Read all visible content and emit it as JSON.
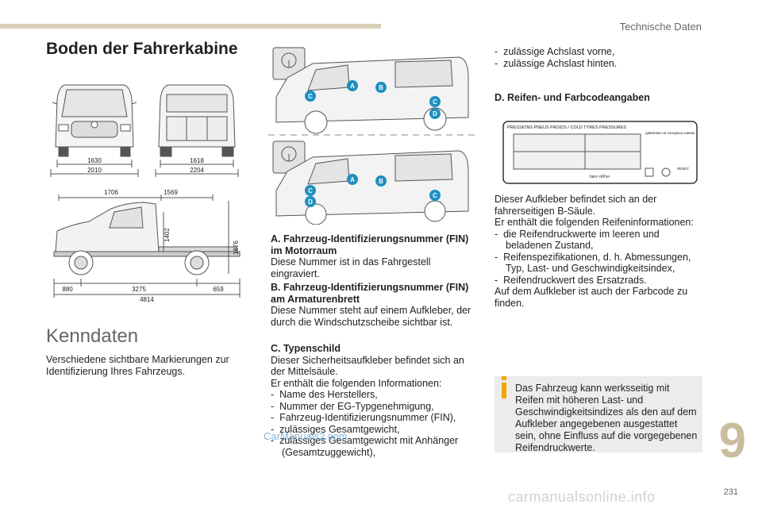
{
  "header": {
    "section": "Technische Daten"
  },
  "title": "Boden der Fahrerkabine",
  "dimensions": {
    "front_inner": "1630",
    "front_outer": "2010",
    "rear_inner": "1618",
    "rear_outer": "2204",
    "top_left": "1706",
    "top_right": "1569",
    "height_cab": "1402",
    "height_total": "1876",
    "overhang_front": "880",
    "wheelbase": "3275",
    "overhang_rear": "659",
    "length": "4814"
  },
  "kenndaten": {
    "heading": "Kenndaten",
    "text": "Verschiedene sichtbare Markierungen zur Identifizierung Ihres Fahrzeugs."
  },
  "labels": {
    "A": "A",
    "B": "B",
    "C": "C",
    "D": "D"
  },
  "sections": {
    "a_title": "A. Fahrzeug-Identifizierungsnummer (FIN) im Motorraum",
    "a_text": "Diese Nummer ist in das Fahrgestell eingraviert.",
    "b_title": "B. Fahrzeug-Identifizierungsnummer (FIN) am Armaturenbrett",
    "b_text": "Diese Nummer steht auf einem Aufkleber, der durch die Windschutzscheibe sichtbar ist.",
    "c_title": "C. Typenschild",
    "c_text": "Dieser Sicherheitsaufkleber befindet sich an der Mittelsäule.",
    "c_intro": "Er enthält die folgenden Informationen:",
    "c_items": [
      "Name des Herstellers,",
      "Nummer der EG-Typgenehmigung,",
      "Fahrzeug-Identifizierungsnummer (FIN),",
      "zulässiges Gesamtgewicht,",
      "zulässiges Gesamtgewicht mit Anhänger (Gesamtzuggewicht),",
      "zulässige Achslast vorne,",
      "zulässige Achslast hinten."
    ],
    "d_title": "D. Reifen- und Farbcodeangaben",
    "d_text1": "Dieser Aufkleber befindet sich an der fahrerseitigen B-Säule.",
    "d_intro": "Er enthält die folgenden Reifeninformationen:",
    "d_items": [
      "die Reifendruckwerte im leeren und beladenen Zustand,",
      "Reifenspezifikationen, d. h. Abmessungen, Typ, Last- und Geschwindigkeitsindex,",
      "Reifendruckwert des Ersatzrads."
    ],
    "d_text2": "Auf dem Aufkleber ist auch der Farbcode zu finden."
  },
  "sticker": {
    "title": "PRESSIONS PNEUS FROIDS / COLD TYRES PRESSURES",
    "ru": "давление на холодных шинах",
    "unit": "bars  <kPa>",
    "reset": "RESET"
  },
  "info_box": "Das Fahrzeug kann werksseitig mit Reifen mit höheren Last- und Geschwindigkeitsindizes als den auf dem Aufkleber angegebenen ausgestattet sein, ohne Einfluss auf die vorgegebenen Reifendruckwerte.",
  "chapter": "9",
  "page_number": "231",
  "watermarks": {
    "w1": "CarManuals2.com",
    "w2": "carmanualsonline.info"
  },
  "colors": {
    "accent": "#d9cfb7",
    "chapter": "#c9bd9d",
    "marker": "#1f8fbf",
    "info_icon": "#f0a800"
  }
}
